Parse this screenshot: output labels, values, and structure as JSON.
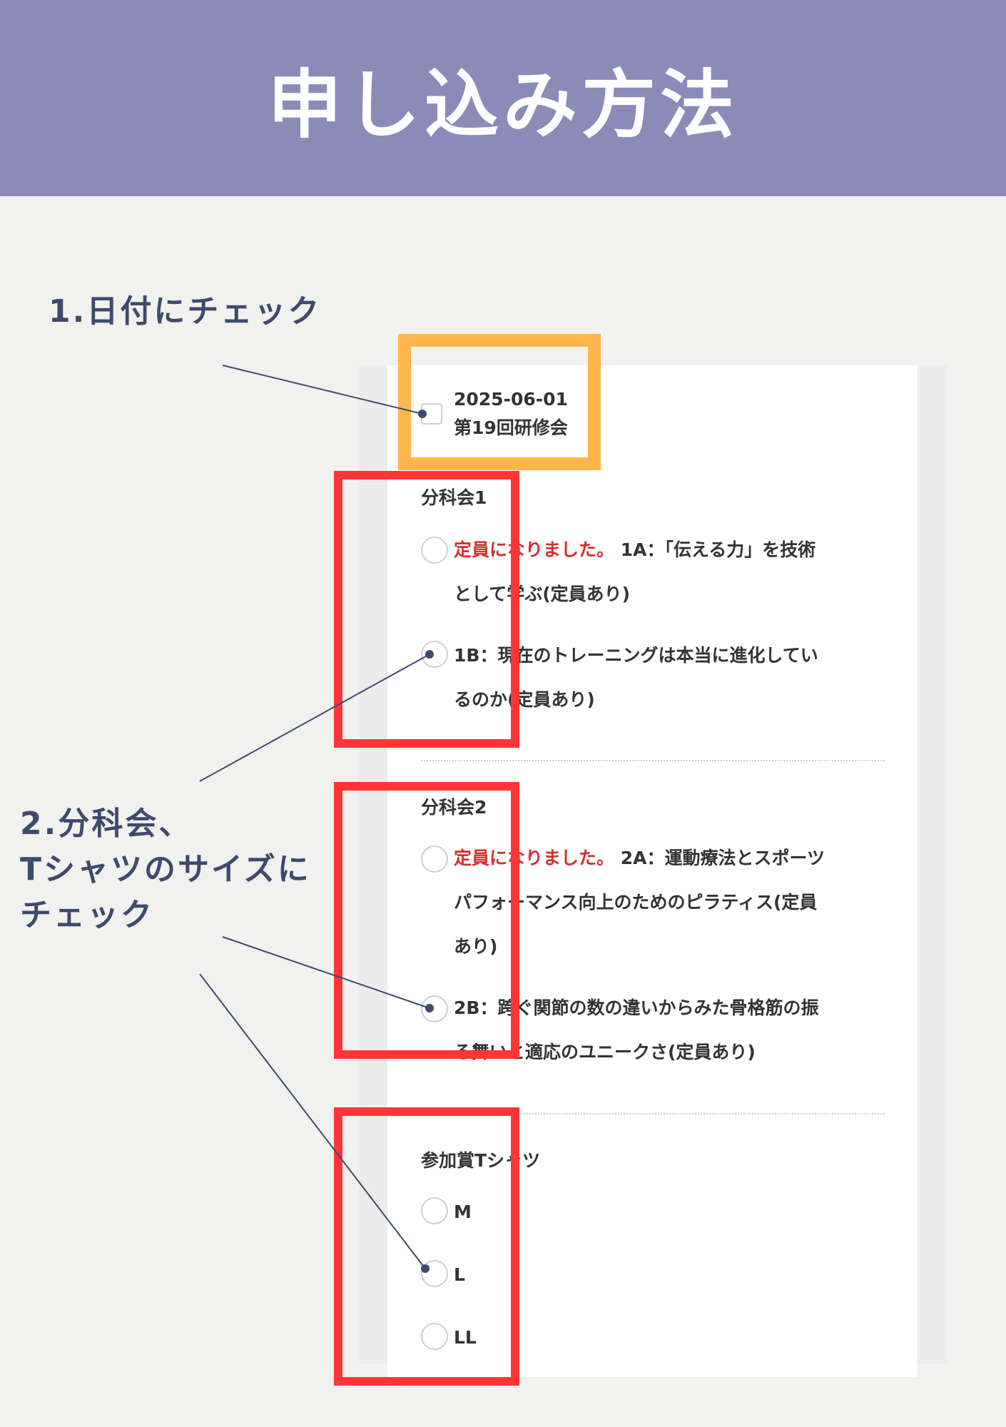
{
  "header": {
    "title": "申し込み方法"
  },
  "instructions": {
    "step1": "1.日付にチェック",
    "step2": "2.分科会、\nTシャツのサイズに\nチェック"
  },
  "form": {
    "event": {
      "date": "2025-06-01",
      "name": "第19回研修会"
    },
    "session1": {
      "title": "分科会1",
      "option_a": {
        "full_label": "定員になりました。",
        "label": " 1A：「伝える力」を技術\nとして学ぶ(定員あり)"
      },
      "option_b": {
        "label": "1B：現在のトレーニングは本当に進化してい\nるのか(定員あり)"
      }
    },
    "session2": {
      "title": "分科会2",
      "option_a": {
        "full_label": "定員になりました。",
        "label": " 2A：運動療法とスポーツ\nパフォーマンス向上のためのピラティス(定員\nあり)"
      },
      "option_b": {
        "label": "2B：跨ぐ関節の数の違いからみた骨格筋の振\nる舞いと適応のユニークさ(定員あり)"
      }
    },
    "tshirt": {
      "title": "参加賞Tシャツ",
      "sizes": [
        "M",
        "L",
        "LL"
      ]
    }
  },
  "colors": {
    "header_bg": "#8b8bb8",
    "instruction_text": "#3d4a6b",
    "highlight_date": "#ffb74d",
    "highlight_options": "#ff3535",
    "full_text": "#d13030"
  }
}
